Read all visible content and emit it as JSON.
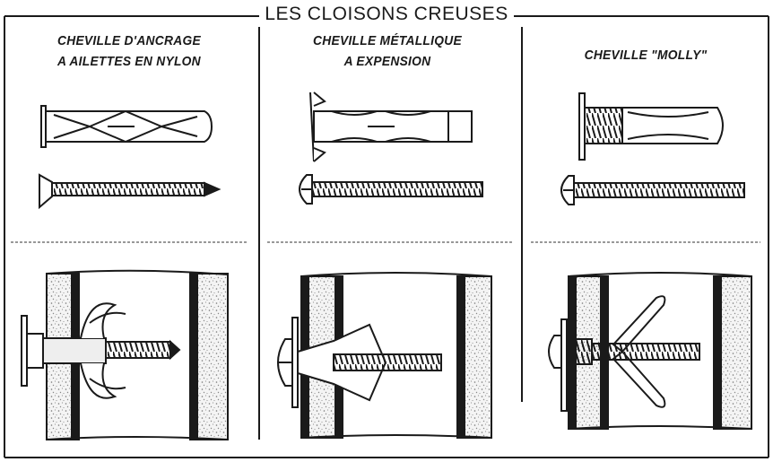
{
  "title": "LES CLOISONS CREUSES",
  "columns": [
    {
      "line1": "CHEVILLE D'ANCRAGE",
      "line2": "A AILETTES EN NYLON"
    },
    {
      "line1": "CHEVILLE MÉTALLIQUE",
      "line2": "A EXPENSION"
    },
    {
      "line1": "CHEVILLE \"MOLLY\"",
      "line2": ""
    }
  ],
  "colors": {
    "ink": "#1a1a1a",
    "background": "#ffffff",
    "stipple": "#9a9a9a"
  }
}
